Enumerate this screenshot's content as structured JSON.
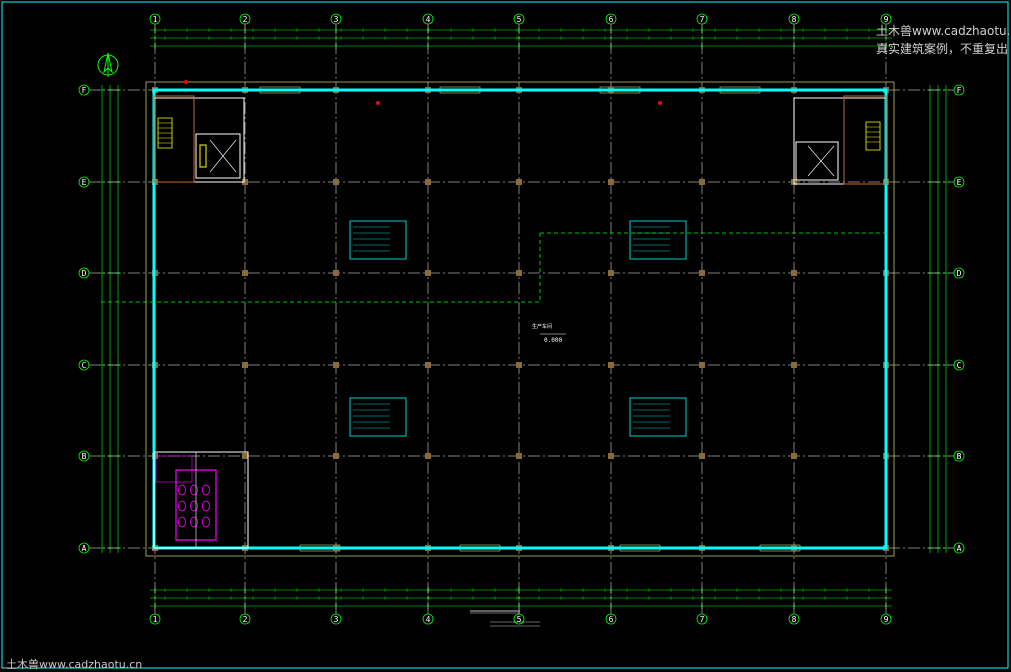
{
  "watermark": {
    "top_line1": "土木兽www.cadzhaotu.c",
    "top_line2": "真实建筑案例，不重复出",
    "bottom": "土木兽www.cadzhaotu.cn"
  },
  "drawing": {
    "column_axes": [
      "1",
      "2",
      "3",
      "4",
      "5",
      "6",
      "7",
      "8",
      "9"
    ],
    "row_axes": [
      "F",
      "E",
      "D",
      "C",
      "B",
      "A"
    ],
    "elevation_label": "0.000",
    "colors": {
      "background": "#000000",
      "axis_line": "#ffffff",
      "dim_line": "#00ff00",
      "wall": "#00ffff",
      "column": "#8b6a3a",
      "stair": "#ffff00",
      "toilet": "#ff00ff",
      "marker": "#ff0000"
    },
    "icons": [
      "north-arrow-icon"
    ]
  }
}
